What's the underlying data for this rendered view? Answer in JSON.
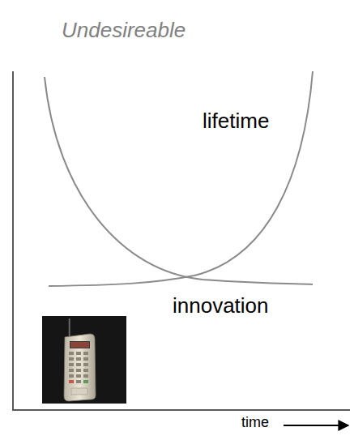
{
  "diagram": {
    "title": "Undesireable",
    "labels": [
      "lifetime",
      "innovation",
      "time"
    ]
  }
}
